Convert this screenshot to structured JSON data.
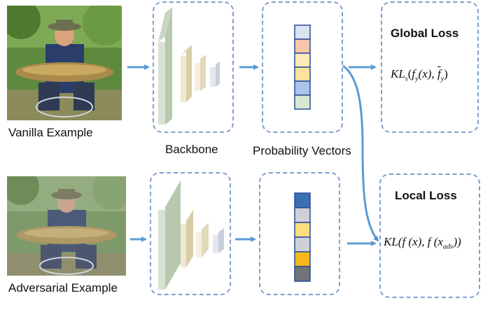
{
  "captions": {
    "vanilla": "Vanilla Example",
    "adversarial": "Adversarial Example",
    "backbone": "Backbone",
    "probability": "Probability Vectors"
  },
  "losses": {
    "global_title": "Global Loss",
    "local_title": "Local Loss",
    "global_formula": {
      "kl": "KL",
      "kl_sub": "s",
      "open": "(",
      "f": "f",
      "f_sub": "y",
      "arg": "(x), ",
      "ybar": "f",
      "ybar_sub": "y",
      "close": ")"
    },
    "local_formula": {
      "kl": "KL",
      "body1": "(f (x), f (x",
      "sub": "adv",
      "close": "))"
    }
  },
  "vectors": {
    "top": [
      "#dde3f3",
      "#f6c6a9",
      "#fde9b5",
      "#fce29a",
      "#a9c5ec",
      "#d7e8cf"
    ],
    "bottom": [
      "#3a6fb0",
      "#cfd1d6",
      "#fbdd7c",
      "#cfd1d6",
      "#f5b81c",
      "#727479"
    ]
  },
  "colors": {
    "arrow": "#5b9bd5",
    "dash": "#7f9fcf"
  }
}
